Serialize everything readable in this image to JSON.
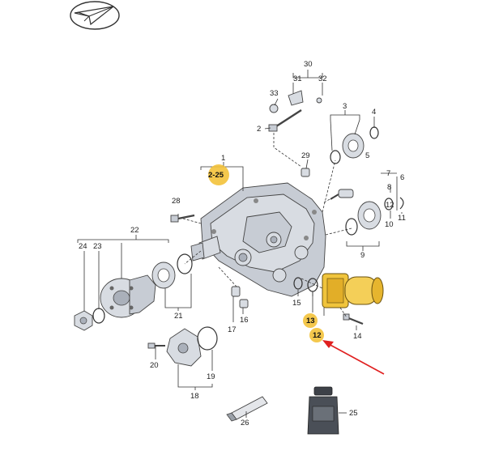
{
  "colors": {
    "highlight": "#f3c23a",
    "arrow": "#e02020",
    "motor": "#f0c43c",
    "housing": "#c9cfd8"
  },
  "logo": {
    "icon": "check-plane-logo-icon"
  },
  "callouts": [
    {
      "id": "c1",
      "text": "1"
    },
    {
      "id": "c2_25",
      "text": "2-25"
    },
    {
      "id": "c2",
      "text": "2"
    },
    {
      "id": "c3",
      "text": "3"
    },
    {
      "id": "c4",
      "text": "4"
    },
    {
      "id": "c5",
      "text": "5"
    },
    {
      "id": "c6",
      "text": "6"
    },
    {
      "id": "c7",
      "text": "7"
    },
    {
      "id": "c8",
      "text": "8"
    },
    {
      "id": "c9",
      "text": "9"
    },
    {
      "id": "c10",
      "text": "10"
    },
    {
      "id": "c11",
      "text": "11"
    },
    {
      "id": "c12",
      "text": "12"
    },
    {
      "id": "c13",
      "text": "13"
    },
    {
      "id": "c14",
      "text": "14"
    },
    {
      "id": "c15",
      "text": "15"
    },
    {
      "id": "c16",
      "text": "16"
    },
    {
      "id": "c17",
      "text": "17"
    },
    {
      "id": "c18",
      "text": "18"
    },
    {
      "id": "c19",
      "text": "19"
    },
    {
      "id": "c20",
      "text": "20"
    },
    {
      "id": "c21",
      "text": "21"
    },
    {
      "id": "c22",
      "text": "22"
    },
    {
      "id": "c23",
      "text": "23"
    },
    {
      "id": "c24",
      "text": "24"
    },
    {
      "id": "c25",
      "text": "25"
    },
    {
      "id": "c26",
      "text": "26"
    },
    {
      "id": "c28",
      "text": "28"
    },
    {
      "id": "c29",
      "text": "29"
    },
    {
      "id": "c30",
      "text": "30"
    },
    {
      "id": "c31",
      "text": "31"
    },
    {
      "id": "c32",
      "text": "32"
    },
    {
      "id": "c33",
      "text": "33"
    }
  ]
}
